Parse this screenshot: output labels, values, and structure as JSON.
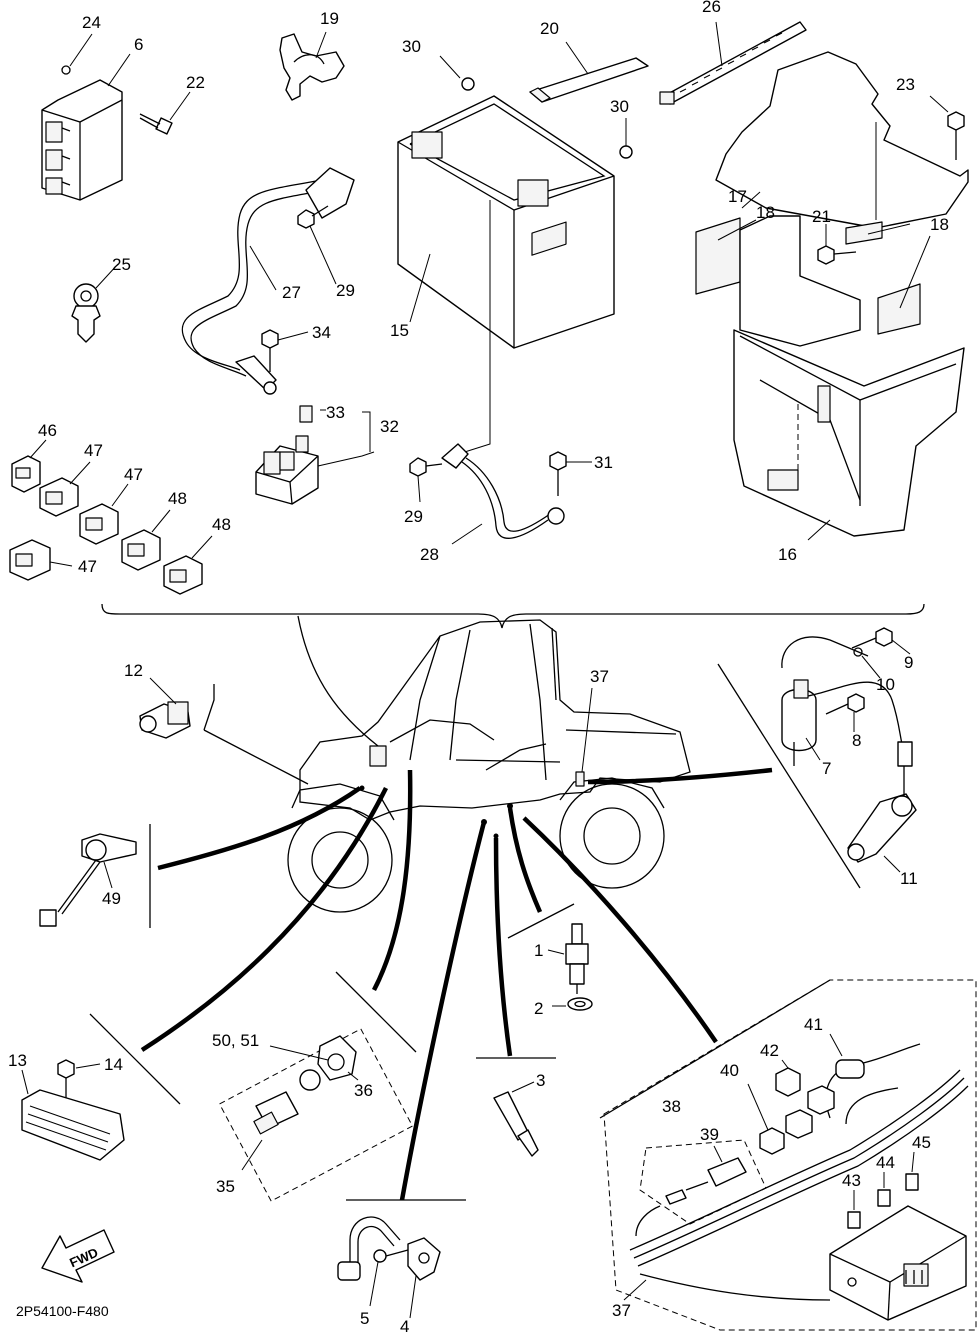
{
  "diagram_code": "2P54100-F480",
  "fwd_label": "FWD",
  "callouts": {
    "c1": "1",
    "c2": "2",
    "c3": "3",
    "c4": "4",
    "c5": "5",
    "c6": "6",
    "c7": "7",
    "c8": "8",
    "c9": "9",
    "c10": "10",
    "c11": "11",
    "c12": "12",
    "c13": "13",
    "c14": "14",
    "c15": "15",
    "c16": "16",
    "c17": "17",
    "c18a": "18",
    "c18b": "18",
    "c19": "19",
    "c20": "20",
    "c21": "21",
    "c22": "22",
    "c23": "23",
    "c24": "24",
    "c25": "25",
    "c26": "26",
    "c27": "27",
    "c28": "28",
    "c29a": "29",
    "c29b": "29",
    "c30a": "30",
    "c30b": "30",
    "c31": "31",
    "c32": "32",
    "c33": "33",
    "c34": "34",
    "c35": "35",
    "c36": "36",
    "c37a": "37",
    "c37b": "37",
    "c38": "38",
    "c39": "39",
    "c40": "40",
    "c41": "41",
    "c42": "42",
    "c43": "43",
    "c44": "44",
    "c45": "45",
    "c46": "46",
    "c47a": "47",
    "c47b": "47",
    "c47c": "47",
    "c48a": "48",
    "c48b": "48",
    "c49": "49",
    "c5051": "50, 51"
  }
}
